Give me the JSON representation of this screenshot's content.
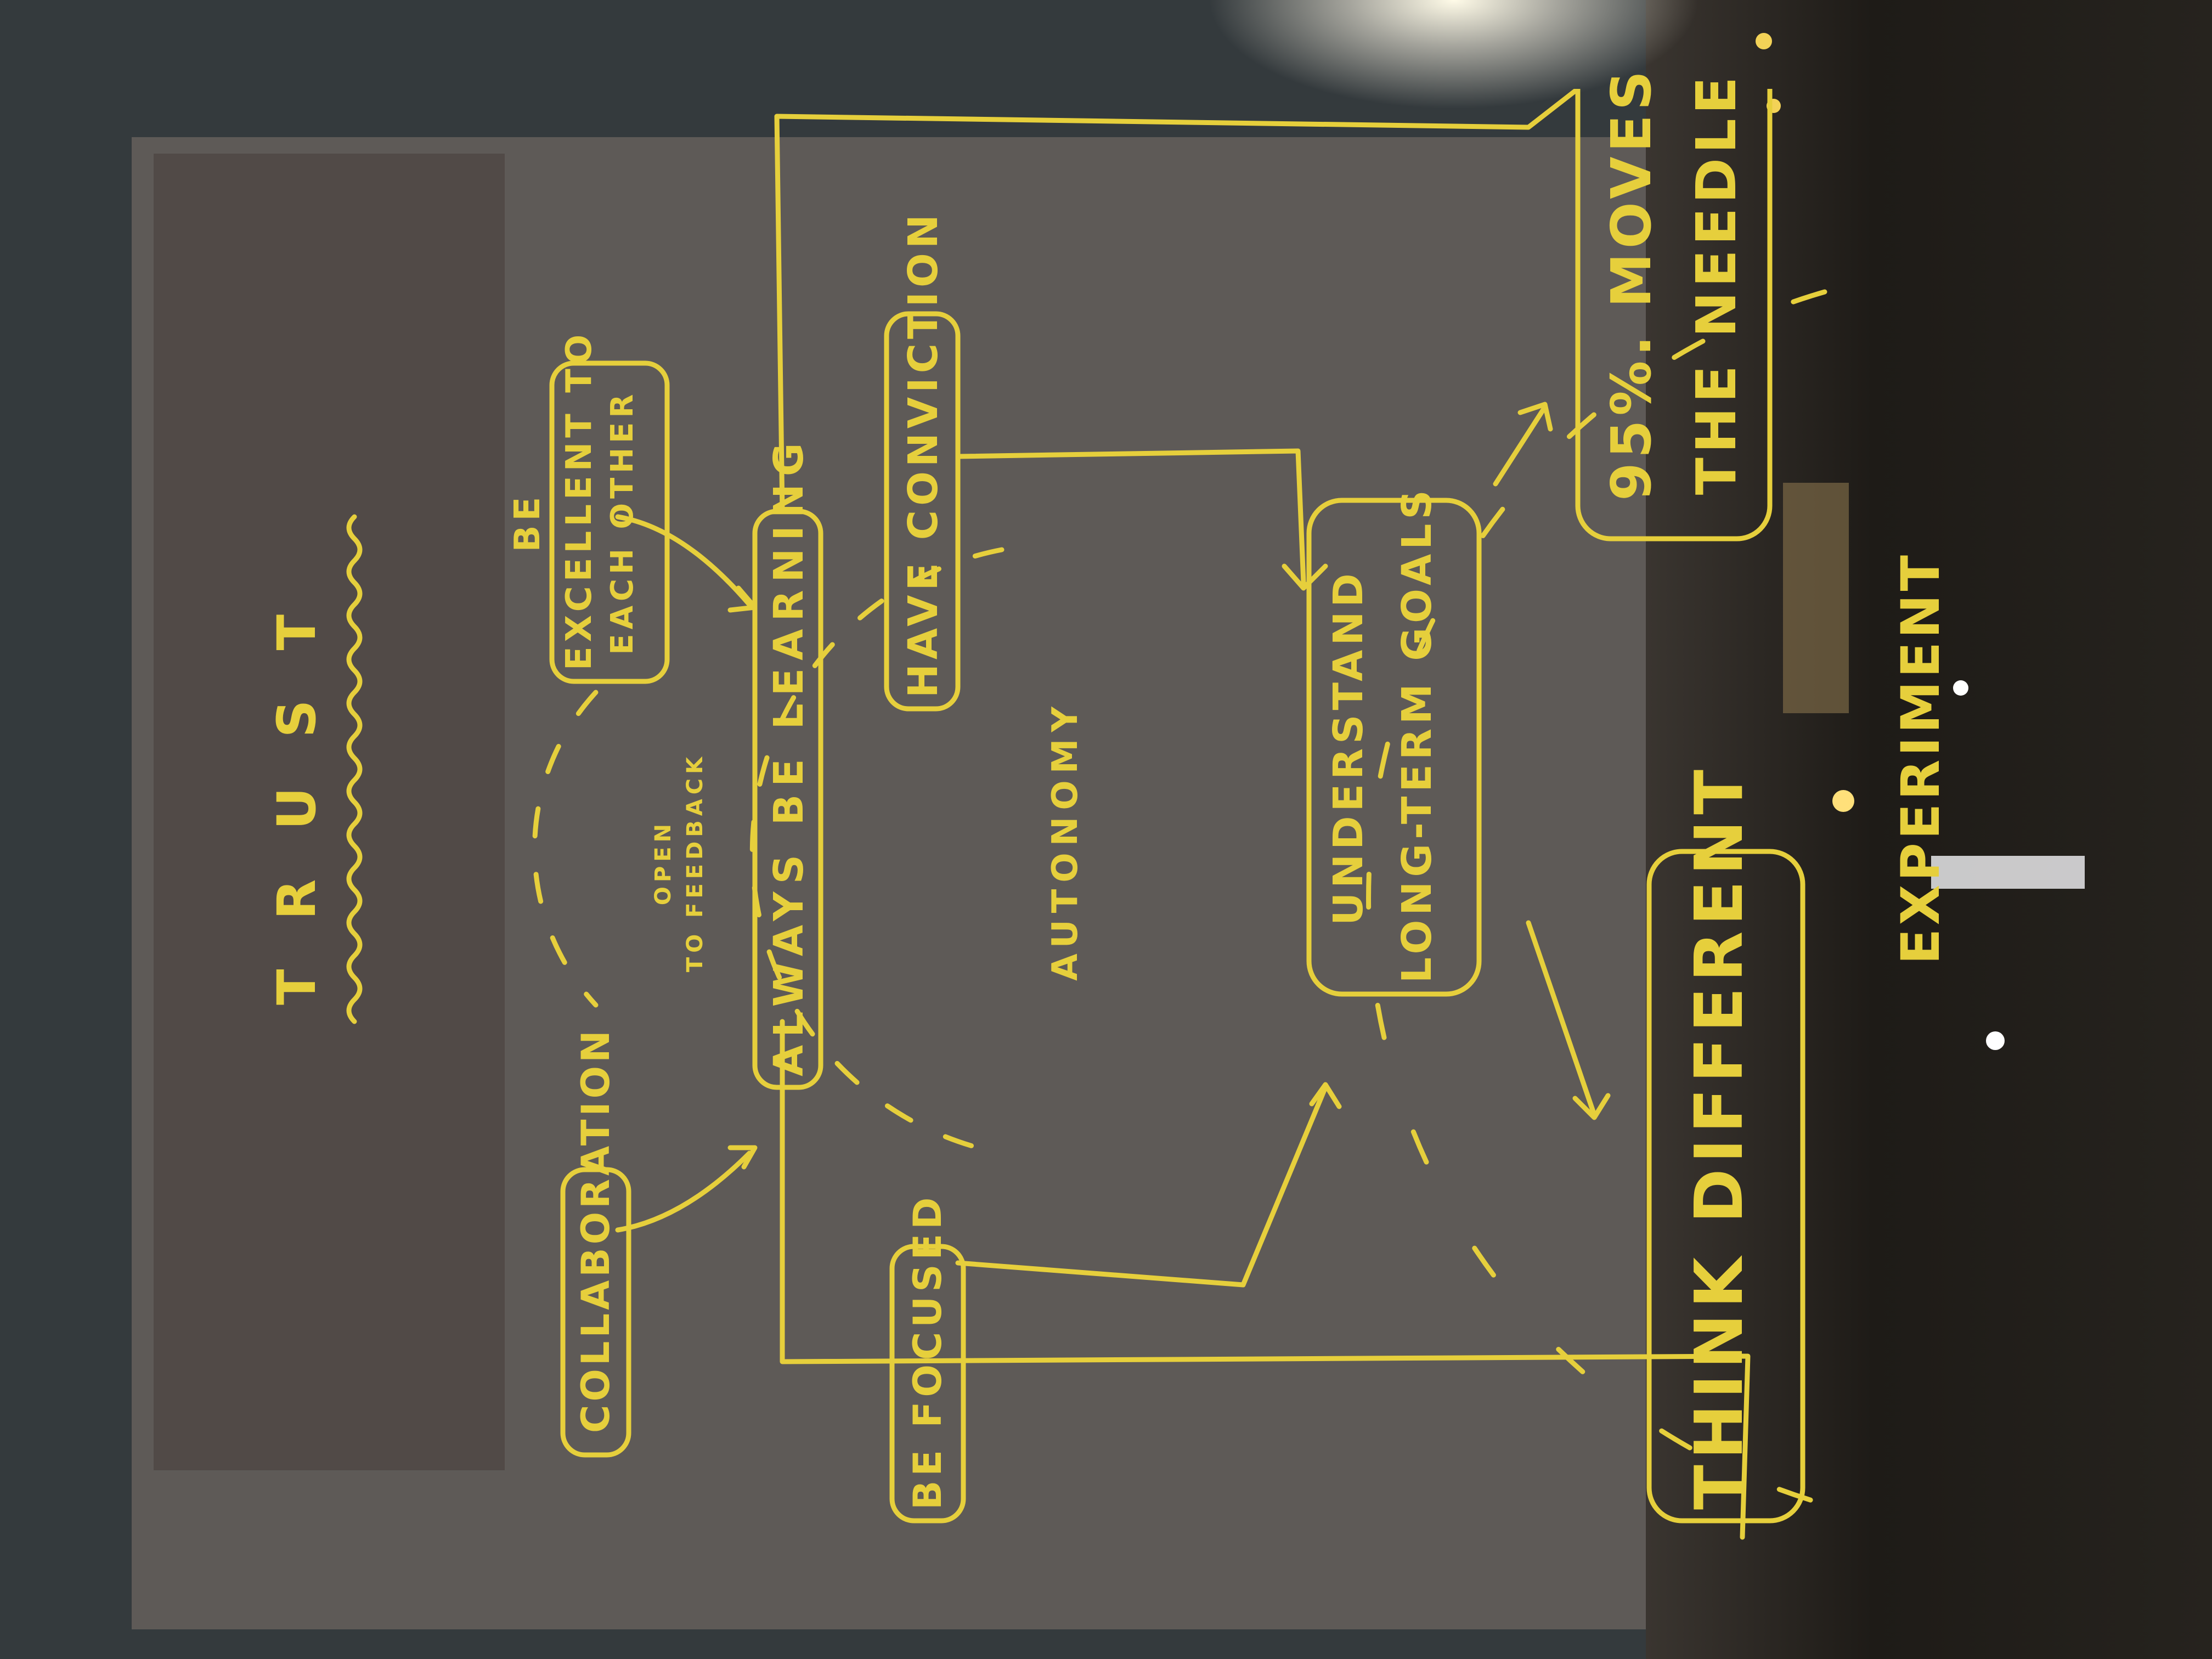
{
  "colors": {
    "ink": "#e6cf3c",
    "glass": "#5e5a57",
    "frame": "#343a3d",
    "night": "#1c1a16"
  },
  "diagram": {
    "trust": "TRUST",
    "be_excellent": {
      "line1": "BE",
      "line2": "EXCELLENT TO",
      "line3": "EACH OTHER"
    },
    "collaboration": "COLLABORATION",
    "open_to_feedback": {
      "line1": "OPEN",
      "line2": "TO FEEDBACK"
    },
    "always_be_learning": "ALWAYS BE LEARNING",
    "have_conviction": "HAVE CONVICTION",
    "be_focused": "BE FOCUSED",
    "autonomy": "AUTONOMY",
    "understand_goals": {
      "line1": "UNDERSTAND",
      "line2": "LONG-TERM GOALS"
    },
    "moves_the_needle": {
      "line1": "95%. MOVES",
      "line2": "THE NEEDLE"
    },
    "think_different": "THINK DIFFERENT",
    "experiment": "EXPERIMENT"
  }
}
